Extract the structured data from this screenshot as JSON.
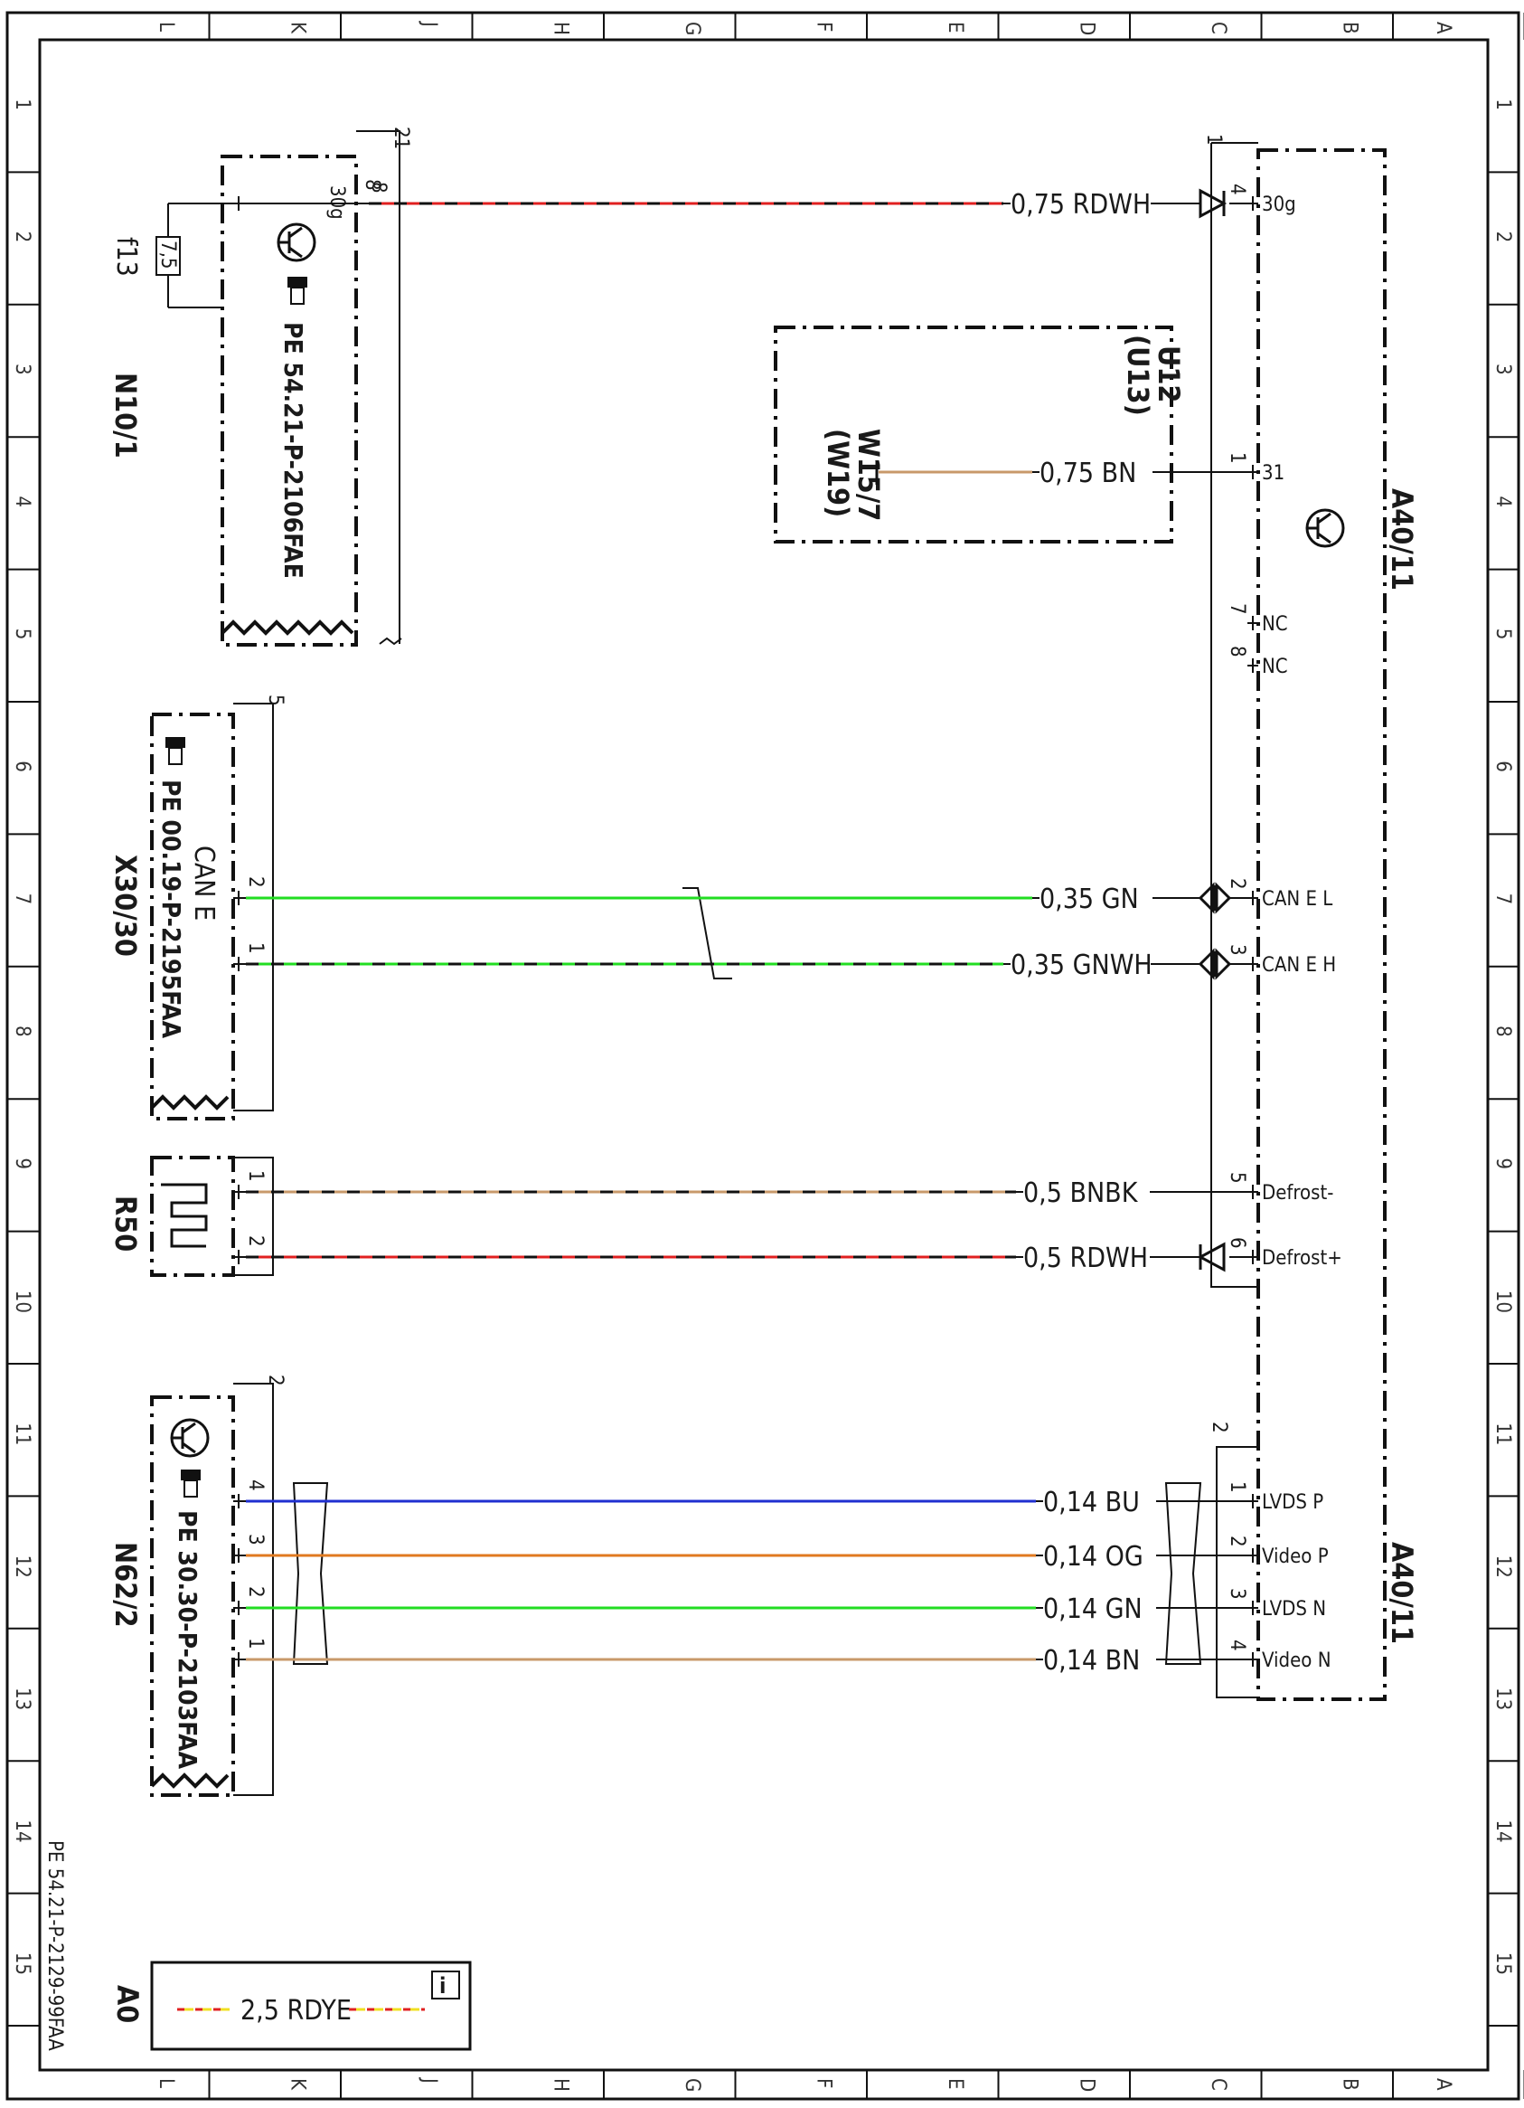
{
  "grid": {
    "columns": [
      "L",
      "K",
      "J",
      "H",
      "G",
      "F",
      "E",
      "D",
      "C",
      "B",
      "A"
    ],
    "rows": [
      "1",
      "2",
      "3",
      "4",
      "5",
      "6",
      "7",
      "8",
      "9",
      "10",
      "11",
      "12",
      "13",
      "14",
      "15"
    ]
  },
  "doc_id": "PE 54.21-P-2129-99FAA",
  "components": {
    "n10_1": {
      "name": "N10/1",
      "ref": "PE 54.21-P-2106FAE",
      "fuse": "f13",
      "fuse_value": "7,5",
      "pin_label": "30g",
      "pin_num": "8",
      "conn_num": "21"
    },
    "u12": {
      "name": "U12",
      "alt": "(U13)"
    },
    "w15_7": {
      "name": "W15/7",
      "alt": "(W19)"
    },
    "x30_30": {
      "name": "X30/30",
      "ref": "PE 00.19-P-2195FAA",
      "bus": "CAN E",
      "conn_num": "5"
    },
    "r50": {
      "name": "R50"
    },
    "n62_2": {
      "name": "N62/2",
      "ref": "PE 30.30-P-2103FAA",
      "conn_num": "2"
    },
    "a40_11_top": {
      "name": "A40/11",
      "conn_num": "1"
    },
    "a40_11_bottom": {
      "name": "A40/11",
      "conn_num": "2"
    },
    "a0": {
      "name": "A0",
      "wire": "2,5 RDYE",
      "info_icon": "i"
    }
  },
  "wires": [
    {
      "id": "w-30g",
      "label": "0,75 RDWH",
      "from_pin": "8",
      "to_pin": "4",
      "to_signal": "30g",
      "colors": [
        "#e02020",
        "#111111"
      ]
    },
    {
      "id": "w-31",
      "label": "0,75 BN",
      "from_pin": "",
      "to_pin": "1",
      "to_signal": "31",
      "colors": [
        "#c8996a"
      ]
    },
    {
      "id": "w-nc7",
      "label": "",
      "from_pin": "",
      "to_pin": "7",
      "to_signal": "NC",
      "colors": []
    },
    {
      "id": "w-nc8",
      "label": "",
      "from_pin": "",
      "to_pin": "8",
      "to_signal": "NC",
      "colors": []
    },
    {
      "id": "w-canl",
      "label": "0,35 GN",
      "from_pin": "2",
      "to_pin": "2",
      "to_signal": "CAN E L",
      "colors": [
        "#22dd22"
      ]
    },
    {
      "id": "w-canh",
      "label": "0,35 GNWH",
      "from_pin": "1",
      "to_pin": "3",
      "to_signal": "CAN E H",
      "colors": [
        "#22dd22",
        "#111111"
      ]
    },
    {
      "id": "w-defm",
      "label": "0,5 BNBK",
      "from_pin": "1",
      "to_pin": "5",
      "to_signal": "Defrost-",
      "colors": [
        "#c8996a",
        "#111111"
      ]
    },
    {
      "id": "w-defp",
      "label": "0,5 RDWH",
      "from_pin": "2",
      "to_pin": "6",
      "to_signal": "Defrost+",
      "colors": [
        "#e02020",
        "#111111"
      ]
    },
    {
      "id": "w-lvdsp",
      "label": "0,14 BU",
      "from_pin": "4",
      "to_pin": "1",
      "to_signal": "LVDS P",
      "colors": [
        "#1f2fd0"
      ]
    },
    {
      "id": "w-videop",
      "label": "0,14 OG",
      "from_pin": "3",
      "to_pin": "2",
      "to_signal": "Video P",
      "colors": [
        "#e07a20"
      ]
    },
    {
      "id": "w-lvdsn",
      "label": "0,14 GN",
      "from_pin": "2",
      "to_pin": "3",
      "to_signal": "LVDS N",
      "colors": [
        "#22dd22"
      ]
    },
    {
      "id": "w-videon",
      "label": "0,14 BN",
      "from_pin": "1",
      "to_pin": "4",
      "to_signal": "Video N",
      "colors": [
        "#c8996a"
      ]
    }
  ],
  "icons": {
    "transistor": "transistor-icon",
    "pointing_hand": "pointing-hand-icon",
    "info": "info-icon",
    "heater": "heater-element-icon",
    "fuse": "fuse-icon"
  }
}
